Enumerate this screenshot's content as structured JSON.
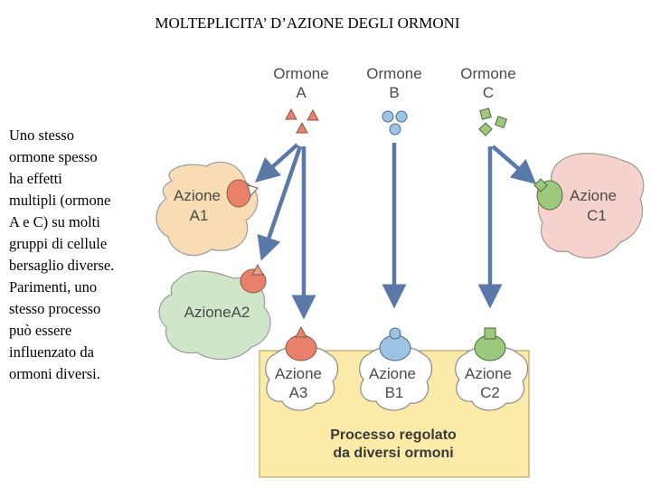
{
  "title": "MOLTEPLICITA’ D’AZIONE DEGLI ORMONI",
  "description_lines": [
    "Uno stesso",
    "ormone spesso",
    "ha effetti",
    "multipli (ormone",
    "A e C) su molti",
    "gruppi di cellule",
    "bersaglio diverse.",
    "Parimenti, uno",
    "stesso processo",
    "può essere",
    "influenzato da",
    "ormoni diversi."
  ],
  "hormones": [
    {
      "word": "Ormone",
      "letter": "A"
    },
    {
      "word": "Ormone",
      "letter": "B"
    },
    {
      "word": "Ormone",
      "letter": "C"
    }
  ],
  "actions": {
    "a1": {
      "word": "Azione",
      "code": "A1"
    },
    "a2": {
      "label": "AzioneA2"
    },
    "c1": {
      "word": "Azione",
      "code": "C1"
    },
    "a3": {
      "word": "Azione",
      "code": "A3"
    },
    "b1": {
      "word": "Azione",
      "code": "B1"
    },
    "c2": {
      "word": "Azione",
      "code": "C2"
    }
  },
  "process_box": {
    "line1": "Processo regolato",
    "line2": "da diversi ormoni"
  },
  "colors": {
    "arrow": "#5a78a8",
    "hormone_a": "#e8806a",
    "hormone_b": "#9cc3e4",
    "hormone_c": "#9cc97e",
    "cell_a1": "#f7dcb4",
    "cell_a2": "#cfe6c8",
    "cell_c1": "#f6d2cc",
    "process_box": "#fbeaa8"
  }
}
